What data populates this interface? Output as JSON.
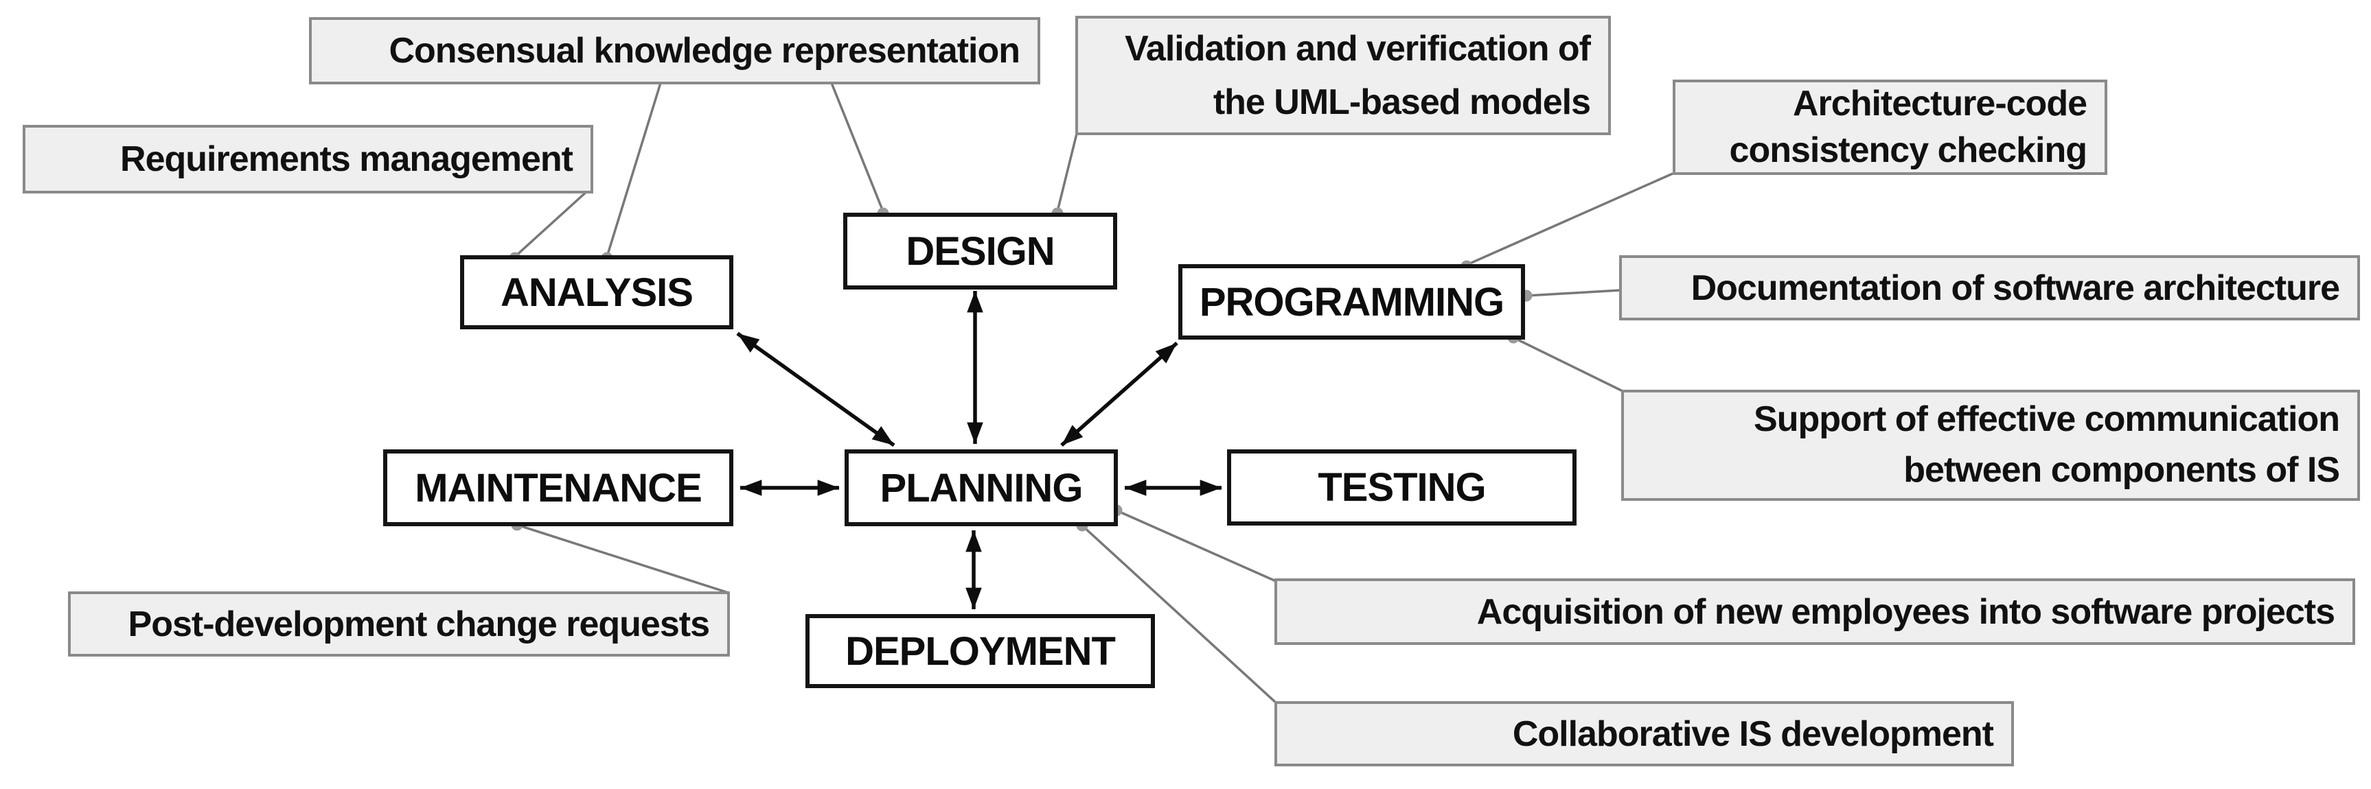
{
  "colors": {
    "background": "#ffffff",
    "phase_fill": "#ffffff",
    "phase_border": "#141414",
    "callout_fill": "#efefef",
    "callout_border": "#8a8a8a",
    "connector_gray": "#787878",
    "dot_gray": "#999999",
    "arrow_black": "#0d0d0d",
    "text": "#111111"
  },
  "phases": {
    "planning": {
      "label": "PLANNING"
    },
    "analysis": {
      "label": "ANALYSIS"
    },
    "design": {
      "label": "DESIGN"
    },
    "programming": {
      "label": "PROGRAMMING"
    },
    "testing": {
      "label": "TESTING"
    },
    "deployment": {
      "label": "DEPLOYMENT"
    },
    "maintenance": {
      "label": "MAINTENANCE"
    }
  },
  "callouts": {
    "requirements": {
      "lines": [
        "Requirements management"
      ]
    },
    "consensual": {
      "lines": [
        "Consensual knowledge representation"
      ]
    },
    "validation": {
      "lines": [
        "Validation and verification of",
        "the UML-based models"
      ]
    },
    "architecture": {
      "lines": [
        "Architecture-code",
        "consistency checking"
      ]
    },
    "documentation": {
      "lines": [
        "Documentation of software architecture"
      ]
    },
    "support": {
      "lines": [
        "Support of effective communication",
        "between components of IS"
      ]
    },
    "postdev": {
      "lines": [
        "Post-development change requests"
      ]
    },
    "acquisition": {
      "lines": [
        "Acquisition of new employees into software projects"
      ]
    },
    "collaborative": {
      "lines": [
        "Collaborative IS development"
      ]
    }
  },
  "phase_connections": [
    {
      "from": "PLANNING",
      "to": "ANALYSIS",
      "style": "double-arrow"
    },
    {
      "from": "PLANNING",
      "to": "DESIGN",
      "style": "double-arrow"
    },
    {
      "from": "PLANNING",
      "to": "PROGRAMMING",
      "style": "double-arrow"
    },
    {
      "from": "PLANNING",
      "to": "TESTING",
      "style": "double-arrow"
    },
    {
      "from": "PLANNING",
      "to": "DEPLOYMENT",
      "style": "double-arrow"
    },
    {
      "from": "PLANNING",
      "to": "MAINTENANCE",
      "style": "double-arrow"
    }
  ],
  "callout_links": [
    {
      "callout": "Requirements management",
      "phase": "ANALYSIS"
    },
    {
      "callout": "Consensual knowledge representation",
      "phase": "ANALYSIS"
    },
    {
      "callout": "Consensual knowledge representation",
      "phase": "DESIGN"
    },
    {
      "callout": "Validation and verification of the UML-based models",
      "phase": "DESIGN"
    },
    {
      "callout": "Architecture-code consistency checking",
      "phase": "PROGRAMMING"
    },
    {
      "callout": "Documentation of software architecture",
      "phase": "PROGRAMMING"
    },
    {
      "callout": "Support of effective communication between components of IS",
      "phase": "PROGRAMMING"
    },
    {
      "callout": "Post-development change requests",
      "phase": "MAINTENANCE"
    },
    {
      "callout": "Acquisition of new employees into software projects",
      "phase": "PLANNING"
    },
    {
      "callout": "Collaborative IS development",
      "phase": "PLANNING"
    }
  ]
}
